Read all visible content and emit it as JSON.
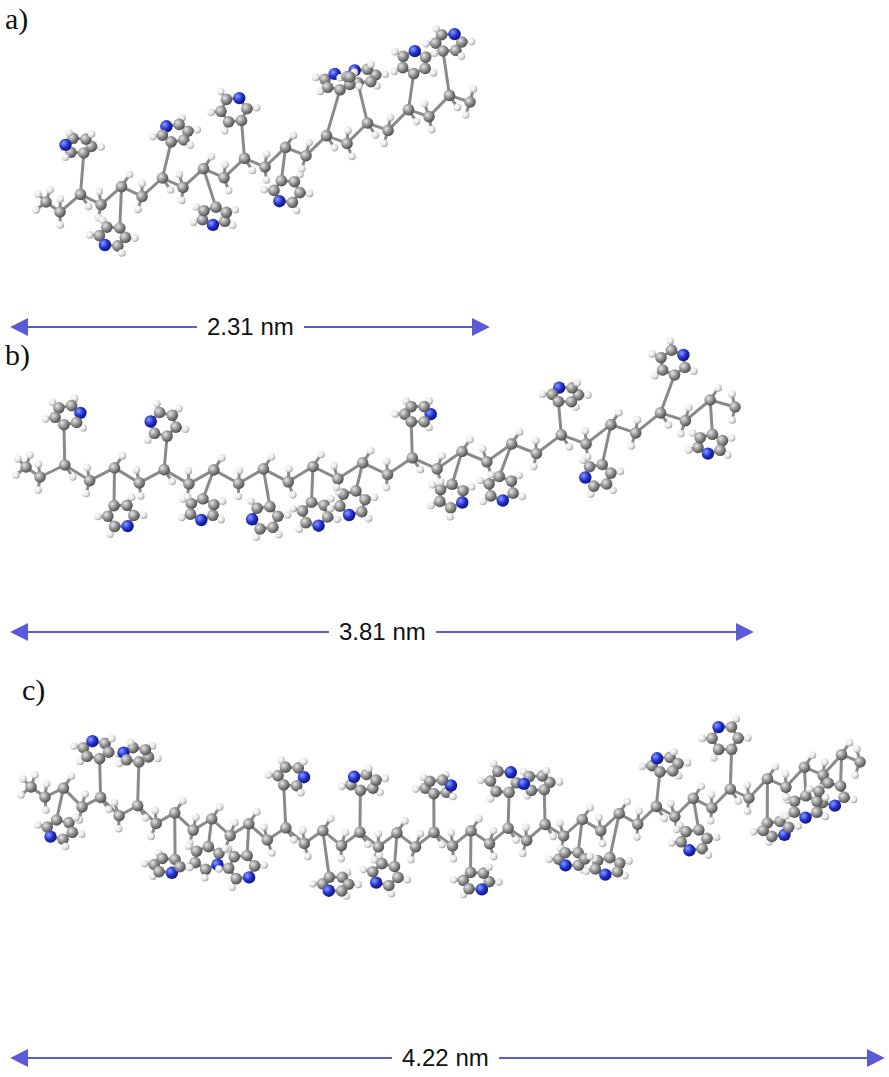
{
  "diagram": {
    "labels": [
      "a)",
      "2.31 nm",
      "b)",
      "3.81 nm",
      "c)",
      "4.22 nm"
    ]
  }
}
